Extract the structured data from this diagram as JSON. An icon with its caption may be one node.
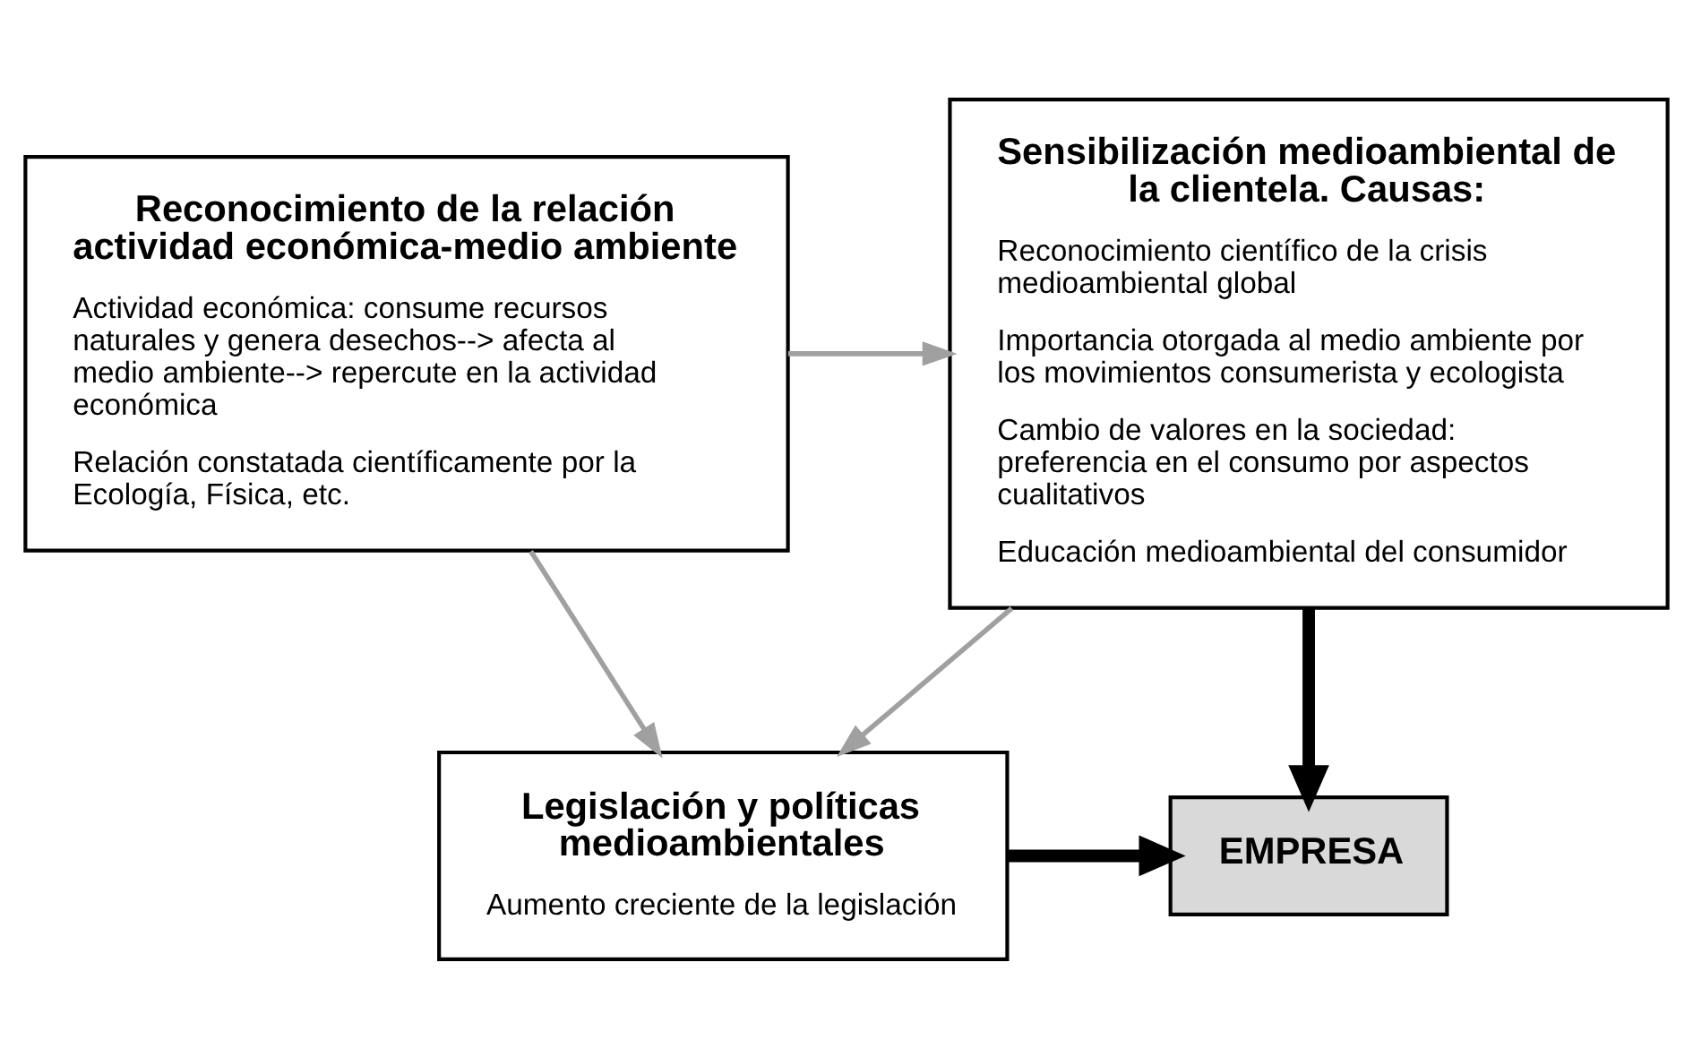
{
  "diagram": {
    "nodes": [
      {
        "text": [
          "Reconocimiento de la relación actividad económica-medio ambiente",
          "Actividad económica: consume recursos naturales y genera desechos--> afecta al medio ambiente--> repercute en la actividad económica",
          "Relación constatada científicamente por la Ecología, Física, etc."
        ]
      },
      {
        "text": [
          "Sensibilización medioambiental de la clientela. Causas:",
          "Reconocimiento científico de la crisis medioambiental global",
          "Importancia otorgada al medio ambiente por los movimientos consumerista y ecologista",
          "Cambio de valores en la sociedad: preferencia en el consumo por aspectos cualitativos",
          "Educación medioambiental del consumidor"
        ]
      },
      {
        "text": [
          "Legislación y políticas medioambientales",
          "Aumento creciente de la legislación"
        ]
      },
      {
        "text": [
          "EMPRESA"
        ]
      }
    ],
    "edges": [
      {
        "from": 0,
        "to": 1,
        "arrow": "to"
      },
      {
        "from": 0,
        "to": 2,
        "arrow": "to"
      },
      {
        "from": 1,
        "to": 2,
        "arrow": "to"
      },
      {
        "from": 1,
        "to": 3,
        "arrow": "to",
        "style": "thick",
        "color": "#000000"
      },
      {
        "from": 2,
        "to": 3,
        "arrow": "to",
        "style": "thick",
        "color": "#000000"
      }
    ]
  }
}
